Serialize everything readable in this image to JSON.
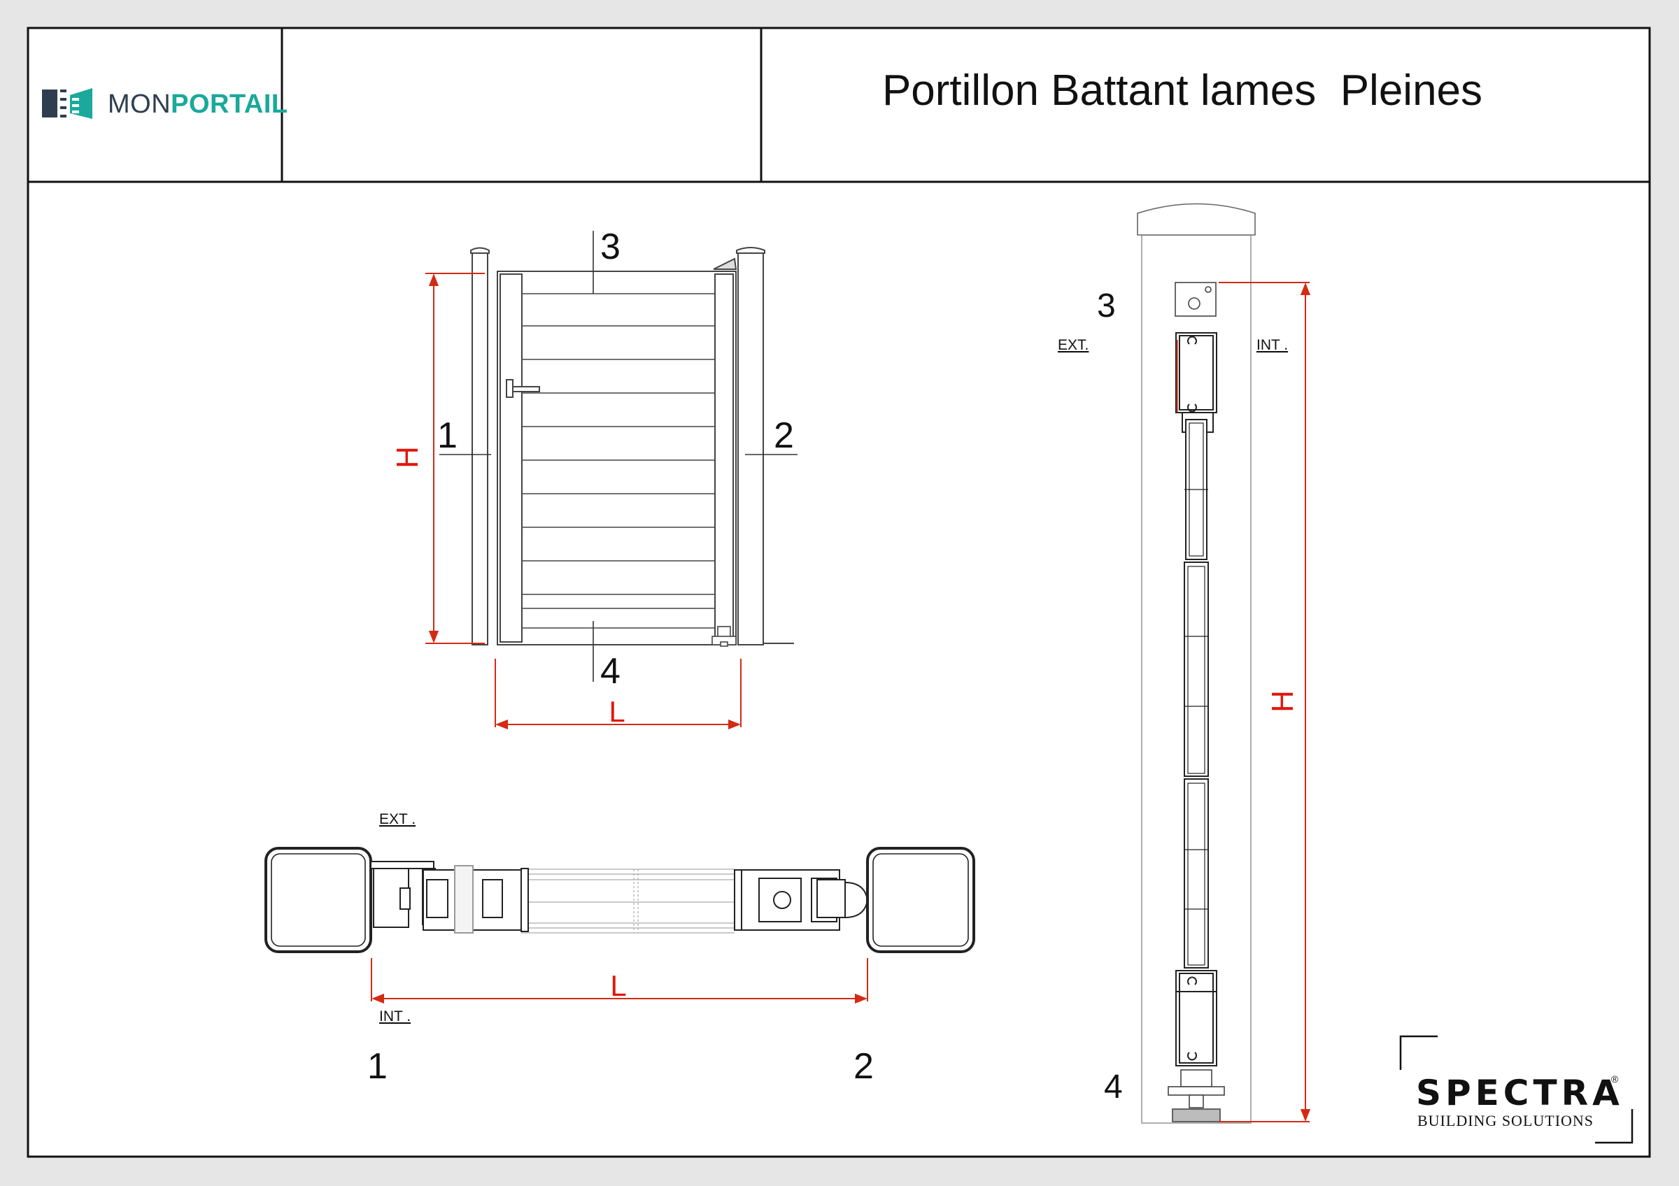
{
  "header": {
    "logo": {
      "text_light": "MON",
      "text_bold": "PORTAIL",
      "colors": {
        "icon": "#2e3e4f",
        "accent": "#1aa99b"
      }
    },
    "middle_cell": "",
    "title": "Portillon Battant lames  Pleines"
  },
  "front_view": {
    "label_top": "3",
    "label_bottom": "4",
    "label_left": "1",
    "label_right": "2",
    "dim_height": "H",
    "dim_width": "L"
  },
  "plan_view": {
    "ext_label": "EXT .",
    "int_label": "INT .",
    "dim_width": "L",
    "post_left": "1",
    "post_right": "2"
  },
  "section_view": {
    "label_top": "3",
    "label_bottom": "4",
    "ext_label": "EXT.",
    "int_label": "INT .",
    "dim_height": "H"
  },
  "brand": {
    "name": "SPECTRA",
    "registered": "®",
    "tagline": "BUILDING SOLUTIONS"
  },
  "colors": {
    "frame": "#1a1a1a",
    "line": "#333333",
    "dimension": "#d42a14",
    "dimension_text": "#e0170b"
  }
}
